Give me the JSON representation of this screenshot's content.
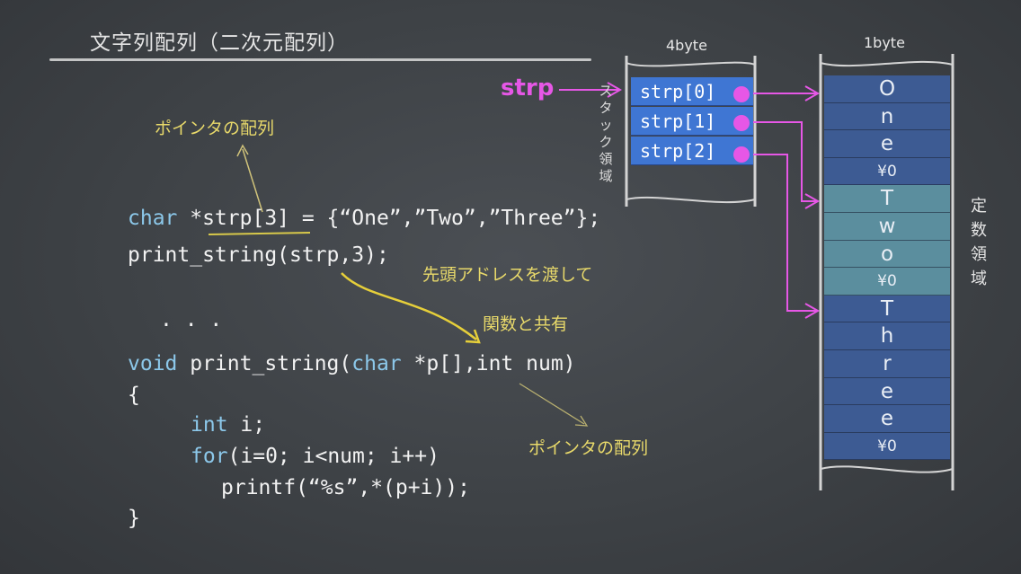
{
  "title": "文字列配列（二次元配列）",
  "annotations": {
    "pointer_array_top": "ポインタの配列",
    "pass_head_address": "先頭アドレスを渡して",
    "share_with_function": "関数と共有",
    "pointer_array_bottom": "ポインタの配列"
  },
  "code": {
    "line1_kw": "char",
    "line1_rest": " *strp[3] = {“One”,”Two”,”Three”};",
    "line2": "print_string(strp,3);",
    "line3": ". . .",
    "line4_kw": "void",
    "line4_mid": " print_string(",
    "line4_kw2": "char",
    "line4_rest": " *p[],int num)",
    "line5": "{",
    "line6_kw": "int",
    "line6_rest": " i;",
    "line7_kw": "for",
    "line7_rest": "(i=0; i<num; i++)",
    "line8": "printf(“%s”,*(p+i));",
    "line9": "}"
  },
  "memory": {
    "pointer_label": "strp",
    "stack_size_label": "4byte",
    "const_size_label": "1byte",
    "stack_region_label": "スタック領域",
    "const_region_label": "定数領域",
    "stack_cells": [
      "strp[0]",
      "strp[1]",
      "strp[2]"
    ],
    "const_cells": [
      "O",
      "n",
      "e",
      "¥0",
      "T",
      "w",
      "o",
      "¥0",
      "T",
      "h",
      "r",
      "e",
      "e",
      "¥0"
    ]
  },
  "colors": {
    "background": "#3e4246",
    "pointer_pink": "#e657e6",
    "stack_blue": "#3f76d3",
    "string_one": "#3d5b93",
    "string_two": "#5b8e9e",
    "string_three": "#3d5b93",
    "annotation_yellow": "#e8d96a",
    "keyword_blue": "#8cc8ea"
  }
}
